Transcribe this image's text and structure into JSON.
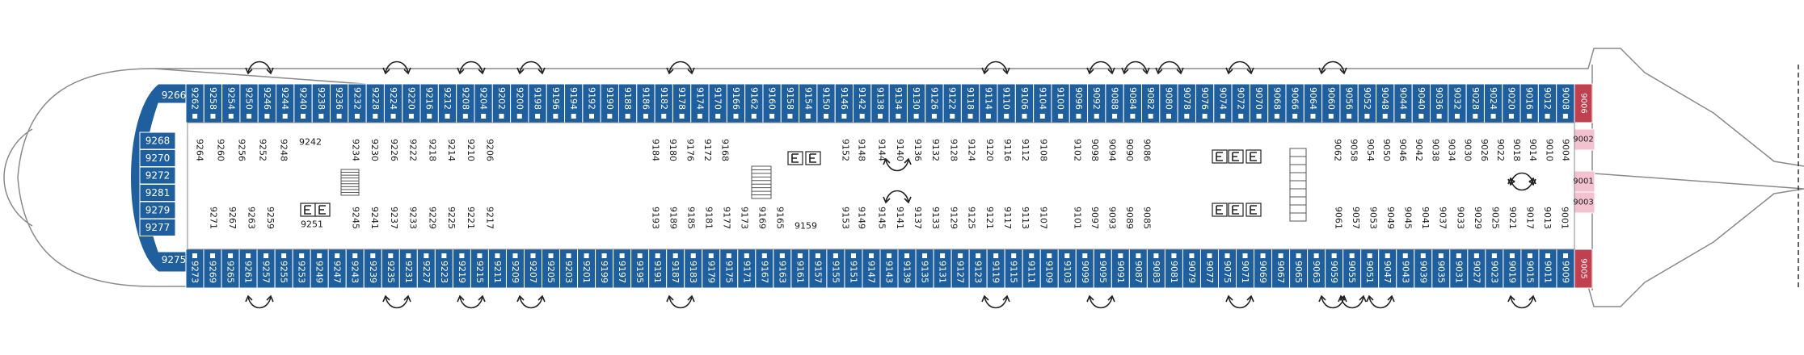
{
  "colors": {
    "blue_cabin": "#1f5f9e",
    "orange_cabin": "#eba245",
    "pink_cabin": "#f3c2d1",
    "red_suite": "#c0404f",
    "hull_line": "#8a8a8a",
    "background": "#ffffff",
    "text_light": "#ffffff",
    "text_dark": "#1a1a1a"
  },
  "icons": {
    "connecting_arrow": "connecting-cabins-arrow-icon",
    "lift": "elevator-icon",
    "wheelchair": "wheelchair-icon",
    "third_berth": "extra-berth-dot-icon",
    "sofa_bed": "sofa-bed-square-icon"
  },
  "aft_end": {
    "top_row": [
      "9266"
    ],
    "left_column": [
      "9268",
      "9270",
      "9272",
      "9281",
      "9279",
      "9277"
    ],
    "bottom_row": [
      "9275"
    ]
  },
  "top_outer_row": [
    "9262",
    "9258",
    "9254",
    "9250",
    "9246",
    "9244",
    "9240",
    "9238",
    "9236",
    "9232",
    "9228",
    "9224",
    "9220",
    "9216",
    "9212",
    "9208",
    "9204",
    "9202",
    "9200",
    "9198",
    "9196",
    "9194",
    "9192",
    "9190",
    "9188",
    "9186",
    "9182",
    "9178",
    "9174",
    "9170",
    "9166",
    "9162",
    "9160",
    "9158",
    "9154",
    "9150",
    "9146",
    "9142",
    "9138",
    "9134",
    "9130",
    "9126",
    "9122",
    "9118",
    "9114",
    "9110",
    "9106",
    "9104",
    "9100",
    "9096",
    "9092",
    "9088",
    "9084",
    "9082",
    "9080",
    "9078",
    "9076",
    "9074",
    "9072",
    "9070",
    "9068",
    "9066",
    "9064",
    "9060",
    "9056",
    "9052",
    "9048",
    "9044",
    "9040",
    "9036",
    "9032",
    "9028",
    "9024",
    "9020",
    "9016",
    "9012",
    "9008"
  ],
  "bottom_outer_row": [
    "9273",
    "9269",
    "9265",
    "9261",
    "9257",
    "9255",
    "9253",
    "9249",
    "9247",
    "9243",
    "9239",
    "9235",
    "9231",
    "9227",
    "9223",
    "9219",
    "9215",
    "9211",
    "9209",
    "9207",
    "9205",
    "9203",
    "9201",
    "9199",
    "9197",
    "9195",
    "9191",
    "9187",
    "9183",
    "9179",
    "9175",
    "9171",
    "9167",
    "9163",
    "9161",
    "9157",
    "9155",
    "9151",
    "9147",
    "9143",
    "9139",
    "9135",
    "9131",
    "9127",
    "9123",
    "9119",
    "9115",
    "9111",
    "9109",
    "9103",
    "9099",
    "9095",
    "9091",
    "9087",
    "9083",
    "9081",
    "9079",
    "9077",
    "9075",
    "9071",
    "9069",
    "9067",
    "9065",
    "9063",
    "9059",
    "9055",
    "9051",
    "9047",
    "9043",
    "9039",
    "9035",
    "9031",
    "9027",
    "9023",
    "9019",
    "9015",
    "9011",
    "9009"
  ],
  "inner_top": {
    "group1": [
      "9264",
      "9260",
      "9256",
      "9252",
      "9248"
    ],
    "label_9242": "9242",
    "group2": [
      "9234",
      "9230",
      "9226",
      "9222",
      "9218",
      "9214",
      "9210",
      "9206"
    ],
    "group3": [
      "9184",
      "9180",
      "9176",
      "9172",
      "9168"
    ],
    "group4_left": [
      "9152",
      "9148"
    ],
    "group4": [
      "9144",
      "9140",
      "9136",
      "9132",
      "9128",
      "9124",
      "9120",
      "9116",
      "9112",
      "9108"
    ],
    "group5": [
      "9102",
      "9098",
      "9094",
      "9090",
      "9086"
    ],
    "group6": [
      "9062",
      "9058",
      "9054",
      "9050",
      "9046",
      "9042",
      "9038",
      "9034",
      "9030",
      "9026",
      "9022",
      "9018",
      "9014",
      "9010",
      "9004"
    ]
  },
  "inner_bottom": {
    "group1": [
      "9271",
      "9267",
      "9263",
      "9259"
    ],
    "label_9251": "9251",
    "group2": [
      "9245",
      "9241",
      "9237",
      "9233",
      "9229",
      "9225",
      "9221",
      "9217"
    ],
    "group3": [
      "9193",
      "9189",
      "9185",
      "9181",
      "9177",
      "9173",
      "9169",
      "9165"
    ],
    "label_9159": "9159",
    "group4_left": [
      "9153",
      "9149"
    ],
    "group4": [
      "9145",
      "9141",
      "9137",
      "9133",
      "9129",
      "9125",
      "9121",
      "9117",
      "9113",
      "9107"
    ],
    "group5": [
      "9101",
      "9097",
      "9093",
      "9089",
      "9085"
    ],
    "group6": [
      "9061",
      "9057",
      "9053",
      "9049",
      "9045",
      "9041",
      "9037",
      "9033",
      "9029",
      "9025",
      "9021",
      "9017",
      "9013",
      "9001"
    ]
  },
  "forward": {
    "red_top": "9006",
    "red_bottom": "9005",
    "pink_cabins": [
      "9002",
      "9001",
      "9003"
    ]
  }
}
